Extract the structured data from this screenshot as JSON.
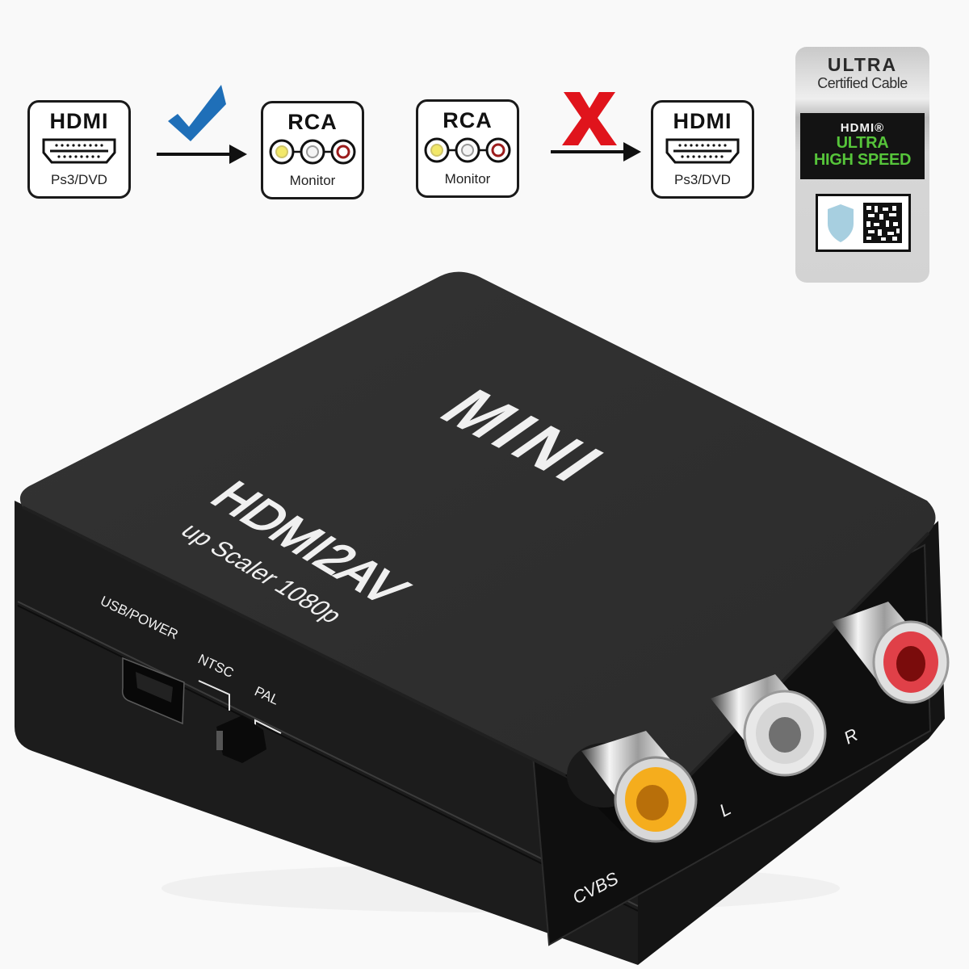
{
  "infographic": {
    "left_pair": {
      "source": {
        "title": "HDMI",
        "subtitle": "Ps3/DVD",
        "icon": "hdmi-port-icon"
      },
      "status_icon": "checkmark-icon",
      "status": "supported",
      "status_color": "#1f6fb8",
      "target": {
        "title": "RCA",
        "subtitle": "Monitor",
        "icon": "rca-connectors-icon"
      }
    },
    "right_pair": {
      "source": {
        "title": "RCA",
        "subtitle": "Monitor",
        "icon": "rca-connectors-icon"
      },
      "status_icon": "x-mark-icon",
      "status": "not supported",
      "status_color": "#e0141c",
      "target": {
        "title": "HDMI",
        "subtitle": "Ps3/DVD",
        "icon": "hdmi-port-icon"
      }
    },
    "rca_colors": {
      "video": "#f2e86a",
      "left": "#d8d8d8",
      "right": "#9b1c1c"
    }
  },
  "badge": {
    "line1": "ULTRA",
    "line2": "Certified Cable",
    "logo": "HDMI®",
    "line3": "ULTRA",
    "line4": "HIGH SPEED",
    "accent_color": "#56c43a",
    "icons": [
      "shield-icon",
      "qr-code-icon"
    ]
  },
  "device": {
    "top_logo": "MINI",
    "model": "HDMI2AV",
    "tagline": "up Scaler 1080p",
    "side_labels": {
      "port": "USB/POWER",
      "switch_left": "NTSC",
      "switch_right": "PAL"
    },
    "jacks": [
      {
        "label": "CVBS",
        "color": "#f5ad1d"
      },
      {
        "label": "L",
        "color": "#d6d6d6"
      },
      {
        "label": "R",
        "color": "#e04048"
      }
    ],
    "body_color": "#2f2f2f"
  }
}
